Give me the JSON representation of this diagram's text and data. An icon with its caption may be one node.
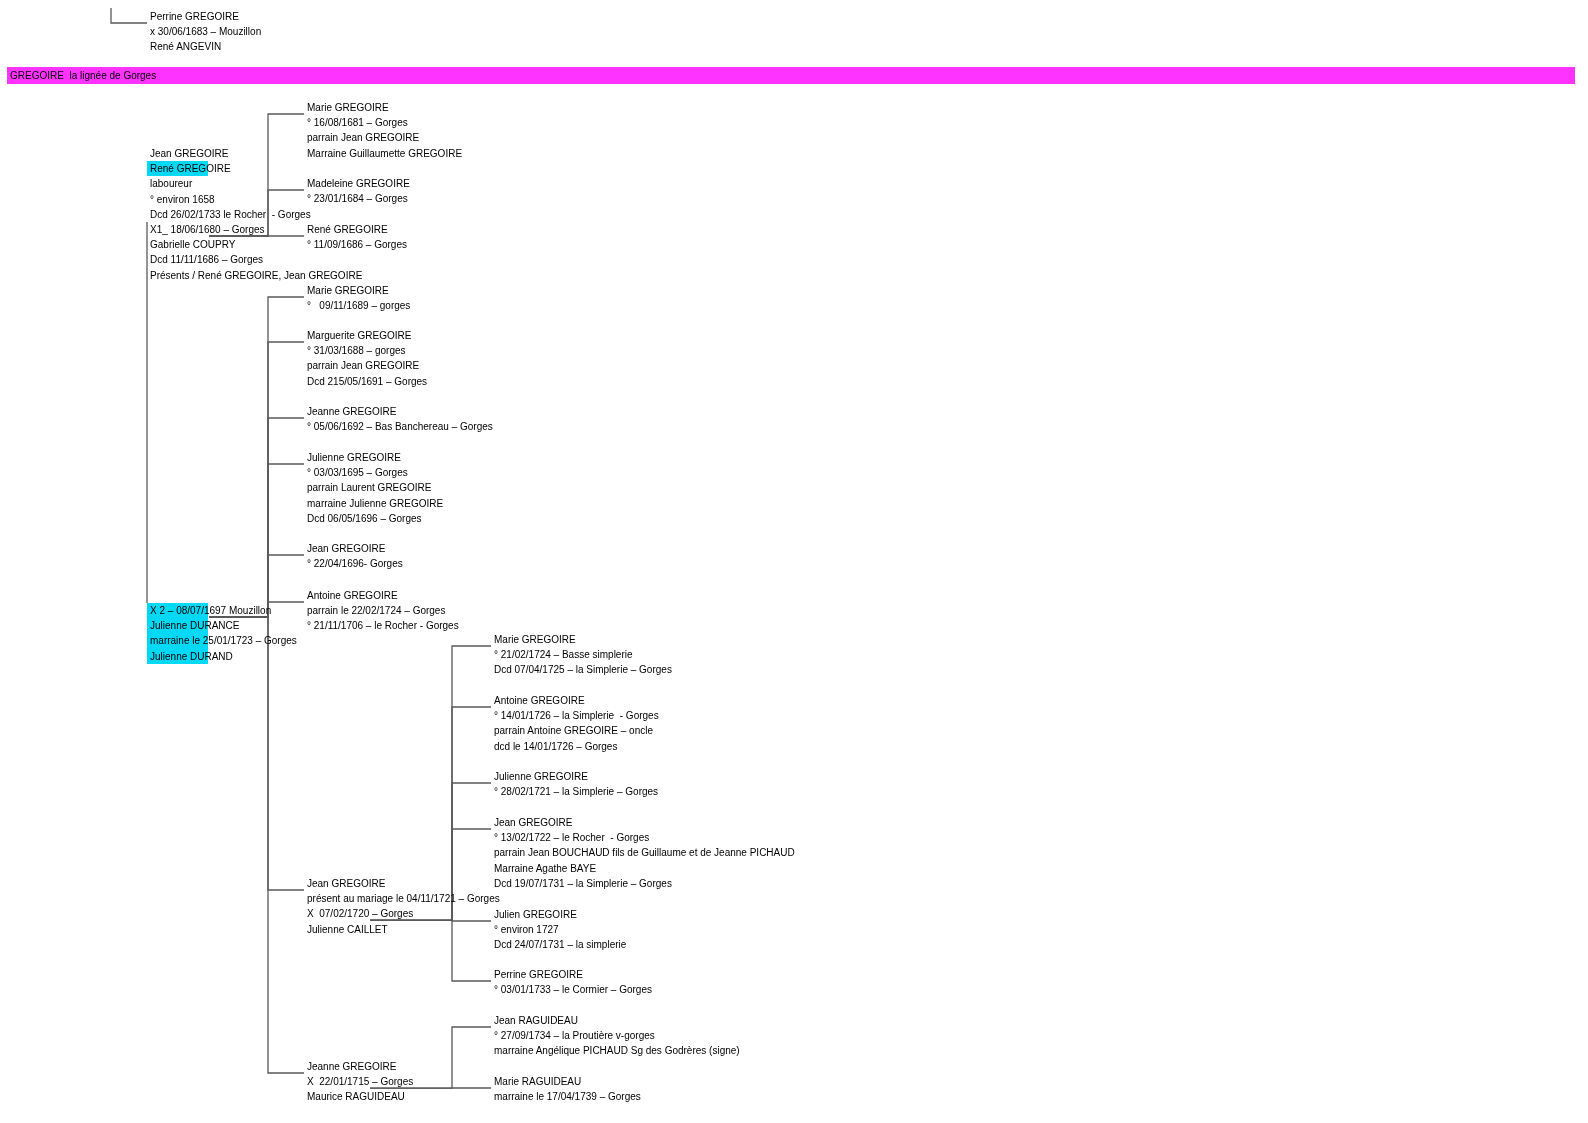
{
  "diagram": {
    "title": "GREGOIRE  la lignée de Gorges",
    "nodes": [
      {
        "text": [
          "Perrine GREGOIRE",
          "x 30/06/1683 – Mouzillon",
          "René ANGEVIN"
        ]
      },
      {
        "text": [
          "Jean GREGOIRE",
          "René GREGOIRE",
          "laboureur",
          "° environ 1658",
          "Dcd 26/02/1733 le Rocher  - Gorges"
        ]
      },
      {
        "text": [
          "X1_ 18/06/1680 – Gorges",
          "Gabrielle COUPRY",
          "Dcd 11/11/1686 – Gorges",
          "Présents / René GREGOIRE, Jean GREGOIRE"
        ]
      },
      {
        "text": [
          "Marie GREGOIRE",
          "° 16/08/1681 – Gorges",
          "parrain Jean GREGOIRE",
          "Marraine Guillaumette GREGOIRE"
        ]
      },
      {
        "text": [
          "Madeleine GREGOIRE",
          "° 23/01/1684 – Gorges"
        ]
      },
      {
        "text": [
          "René GREGOIRE",
          "° 11/09/1686 – Gorges"
        ]
      },
      {
        "text": [
          "X 2 – 08/07/1697 Mouzillon",
          "Julienne DURANCE",
          "marraine le 25/01/1723 – Gorges",
          "Julienne DURAND"
        ]
      },
      {
        "text": [
          "Marie GREGOIRE",
          "°   09/11/1689 – gorges"
        ]
      },
      {
        "text": [
          "Marguerite GREGOIRE",
          "° 31/03/1688 – gorges",
          "parrain Jean GREGOIRE",
          "Dcd 215/05/1691 – Gorges"
        ]
      },
      {
        "text": [
          "Jeanne GREGOIRE",
          "° 05/06/1692 – Bas Banchereau – Gorges"
        ]
      },
      {
        "text": [
          "Julienne GREGOIRE",
          "° 03/03/1695 – Gorges",
          "parrain Laurent GREGOIRE",
          "marraine Julienne GREGOIRE",
          "Dcd 06/05/1696 – Gorges"
        ]
      },
      {
        "text": [
          "Jean GREGOIRE",
          "° 22/04/1696- Gorges"
        ]
      },
      {
        "text": [
          "Antoine GREGOIRE",
          "parrain le 22/02/1724 – Gorges",
          "° 21/11/1706 – le Rocher - Gorges"
        ]
      },
      {
        "text": [
          "Marie GREGOIRE",
          "° 21/02/1724 – Basse simplerie",
          "Dcd 07/04/1725 – la Simplerie – Gorges"
        ]
      },
      {
        "text": [
          "Antoine GREGOIRE",
          "° 14/01/1726 – la Simplerie  - Gorges",
          "parrain Antoine GREGOIRE – oncle",
          "dcd le 14/01/1726 – Gorges"
        ]
      },
      {
        "text": [
          "Julienne GREGOIRE",
          "° 28/02/1721 – la Simplerie – Gorges"
        ]
      },
      {
        "text": [
          "Jean GREGOIRE",
          "° 13/02/1722 – le Rocher  - Gorges",
          "parrain Jean BOUCHAUD fils de Guillaume et de Jeanne PICHAUD",
          "Marraine Agathe BAYE",
          "Dcd 19/07/1731 – la Simplerie – Gorges"
        ]
      },
      {
        "text": [
          "Jean GREGOIRE",
          "présent au mariage le 04/11/1721 – Gorges",
          "X  07/02/1720 – Gorges",
          "Julienne CAILLET"
        ]
      },
      {
        "text": [
          "Julien GREGOIRE",
          "° environ 1727",
          "Dcd 24/07/1731 – la simplerie"
        ]
      },
      {
        "text": [
          "Perrine GREGOIRE",
          "° 03/01/1733 – le Cormier – Gorges"
        ]
      },
      {
        "text": [
          "Jean RAGUIDEAU",
          "° 27/09/1734 – la Proutière v-gorges",
          "marraine Angélique PICHAUD Sg des Godrères (signe)"
        ]
      },
      {
        "text": [
          "Jeanne GREGOIRE",
          "X  22/01/1715 – Gorges",
          "Maurice RAGUIDEAU"
        ]
      },
      {
        "text": [
          "Marie RAGUIDEAU",
          "marraine le 17/04/1739 – Gorges"
        ]
      }
    ],
    "edges": [
      {
        "from": null,
        "to": 0,
        "arrow": "none"
      },
      {
        "from": 2,
        "to": 3,
        "arrow": "none"
      },
      {
        "from": 2,
        "to": 4,
        "arrow": "none"
      },
      {
        "from": 2,
        "to": 5,
        "arrow": "none"
      },
      {
        "from": 2,
        "to": 6,
        "arrow": "none"
      },
      {
        "from": 6,
        "to": 7,
        "arrow": "none"
      },
      {
        "from": 6,
        "to": 8,
        "arrow": "none"
      },
      {
        "from": 6,
        "to": 9,
        "arrow": "none"
      },
      {
        "from": 6,
        "to": 10,
        "arrow": "none"
      },
      {
        "from": 6,
        "to": 11,
        "arrow": "none"
      },
      {
        "from": 6,
        "to": 12,
        "arrow": "none"
      },
      {
        "from": 6,
        "to": 17,
        "arrow": "none"
      },
      {
        "from": 6,
        "to": 21,
        "arrow": "none"
      },
      {
        "from": 17,
        "to": 13,
        "arrow": "none"
      },
      {
        "from": 17,
        "to": 14,
        "arrow": "none"
      },
      {
        "from": 17,
        "to": 15,
        "arrow": "none"
      },
      {
        "from": 17,
        "to": 16,
        "arrow": "none"
      },
      {
        "from": 17,
        "to": 18,
        "arrow": "none"
      },
      {
        "from": 17,
        "to": 19,
        "arrow": "none"
      },
      {
        "from": 21,
        "to": 20,
        "arrow": "none"
      },
      {
        "from": 21,
        "to": 22,
        "arrow": "none"
      }
    ]
  }
}
